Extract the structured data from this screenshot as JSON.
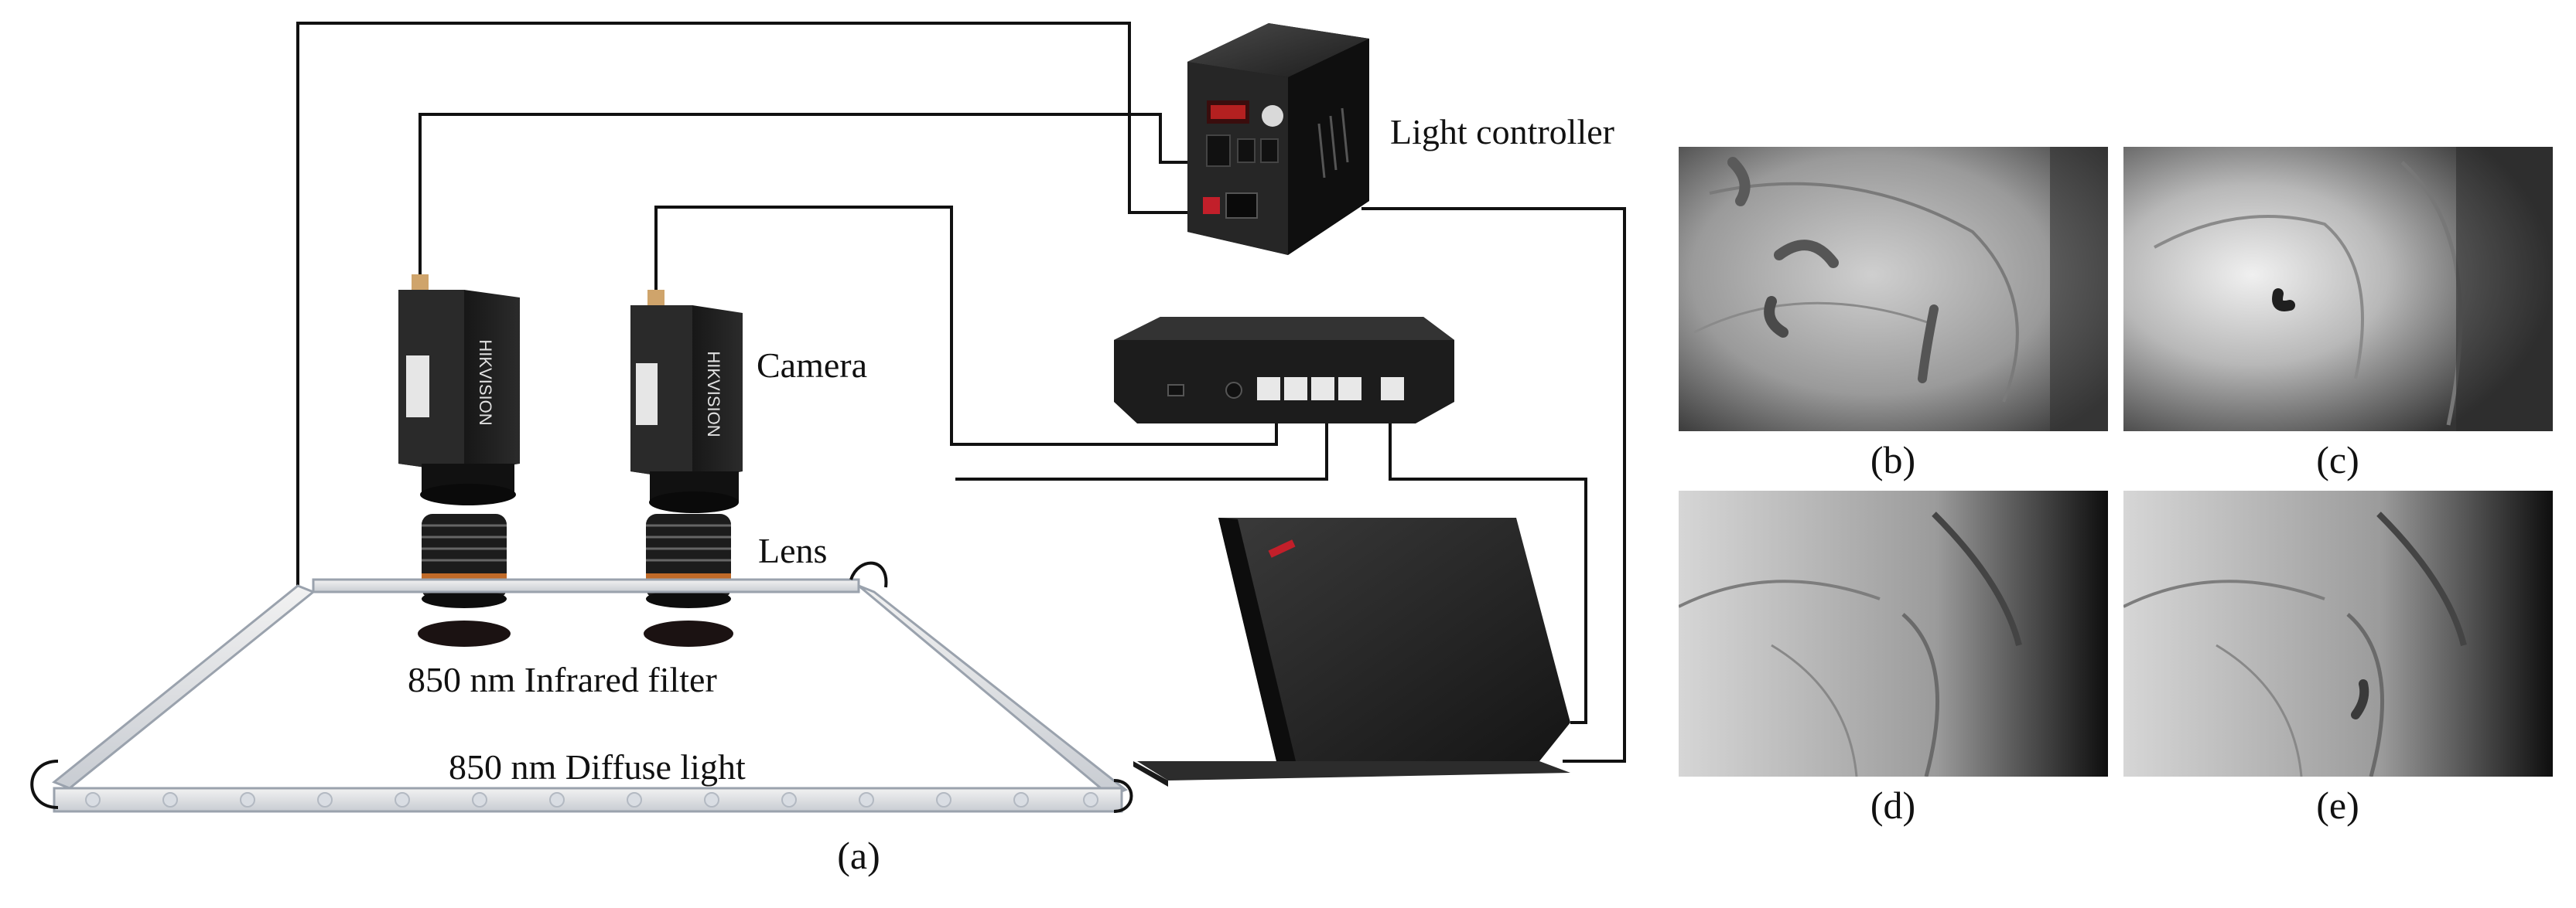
{
  "labels": {
    "light_controller": "Light controller",
    "camera": "Camera",
    "lens": "Lens",
    "infrared_filter": "850 nm Infrared filter",
    "diffuse_light": "850 nm Diffuse light"
  },
  "panels": {
    "a": "(a)",
    "b": "(b)",
    "c": "(c)",
    "d": "(d)",
    "e": "(e)"
  },
  "camera_brand": "HIKVISION"
}
